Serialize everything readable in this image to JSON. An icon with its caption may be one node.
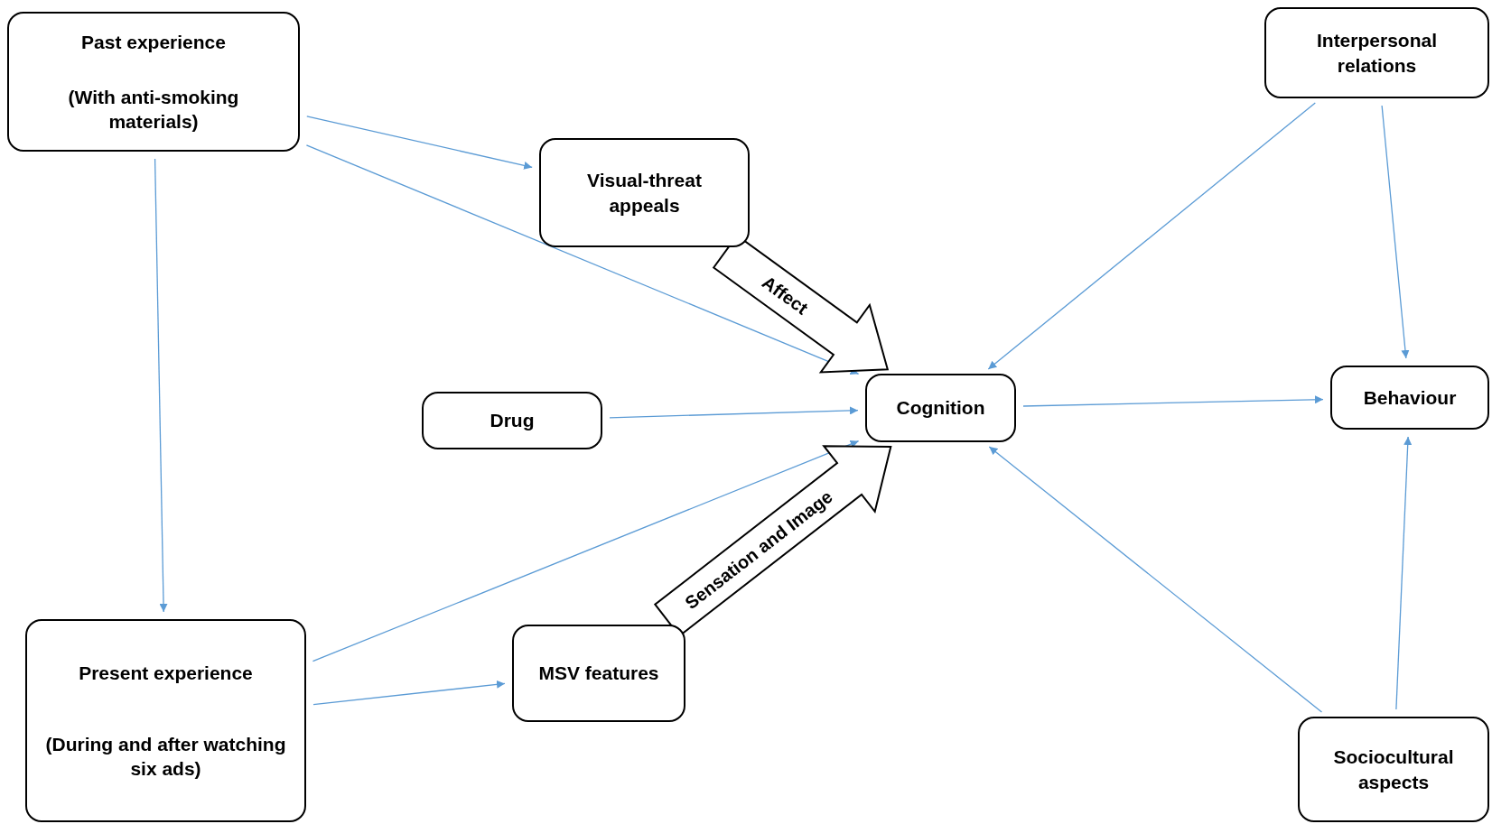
{
  "diagram": {
    "nodes": [
      {
        "text": [
          "Past experience",
          "(With anti-smoking materials)"
        ]
      },
      {
        "text": [
          "Visual-threat appeals"
        ]
      },
      {
        "text": [
          "Interpersonal relations"
        ]
      },
      {
        "text": [
          "Drug"
        ]
      },
      {
        "text": [
          "Cognition"
        ]
      },
      {
        "text": [
          "Behaviour"
        ]
      },
      {
        "text": [
          "Present experience",
          "(During and after watching six ads)"
        ]
      },
      {
        "text": [
          "MSV features"
        ]
      },
      {
        "text": [
          "Sociocultural aspects"
        ]
      }
    ],
    "edges": [
      {
        "from": 0,
        "to": 1,
        "arrow": "to"
      },
      {
        "from": 0,
        "to": 4,
        "arrow": "to"
      },
      {
        "from": 0,
        "to": 6,
        "arrow": "to"
      },
      {
        "from": 1,
        "to": 4,
        "arrow": "to",
        "label": "Affect",
        "style": "thick",
        "color": "#000000"
      },
      {
        "from": 3,
        "to": 4,
        "arrow": "to"
      },
      {
        "from": 6,
        "to": 4,
        "arrow": "to"
      },
      {
        "from": 6,
        "to": 7,
        "arrow": "to"
      },
      {
        "from": 7,
        "to": 4,
        "arrow": "to",
        "label": "Sensation and Image",
        "style": "thick",
        "color": "#000000"
      },
      {
        "from": 2,
        "to": 4,
        "arrow": "to"
      },
      {
        "from": 2,
        "to": 5,
        "arrow": "to"
      },
      {
        "from": 4,
        "to": 5,
        "arrow": "to"
      },
      {
        "from": 8,
        "to": 4,
        "arrow": "to"
      },
      {
        "from": 8,
        "to": 5,
        "arrow": "to"
      }
    ]
  }
}
